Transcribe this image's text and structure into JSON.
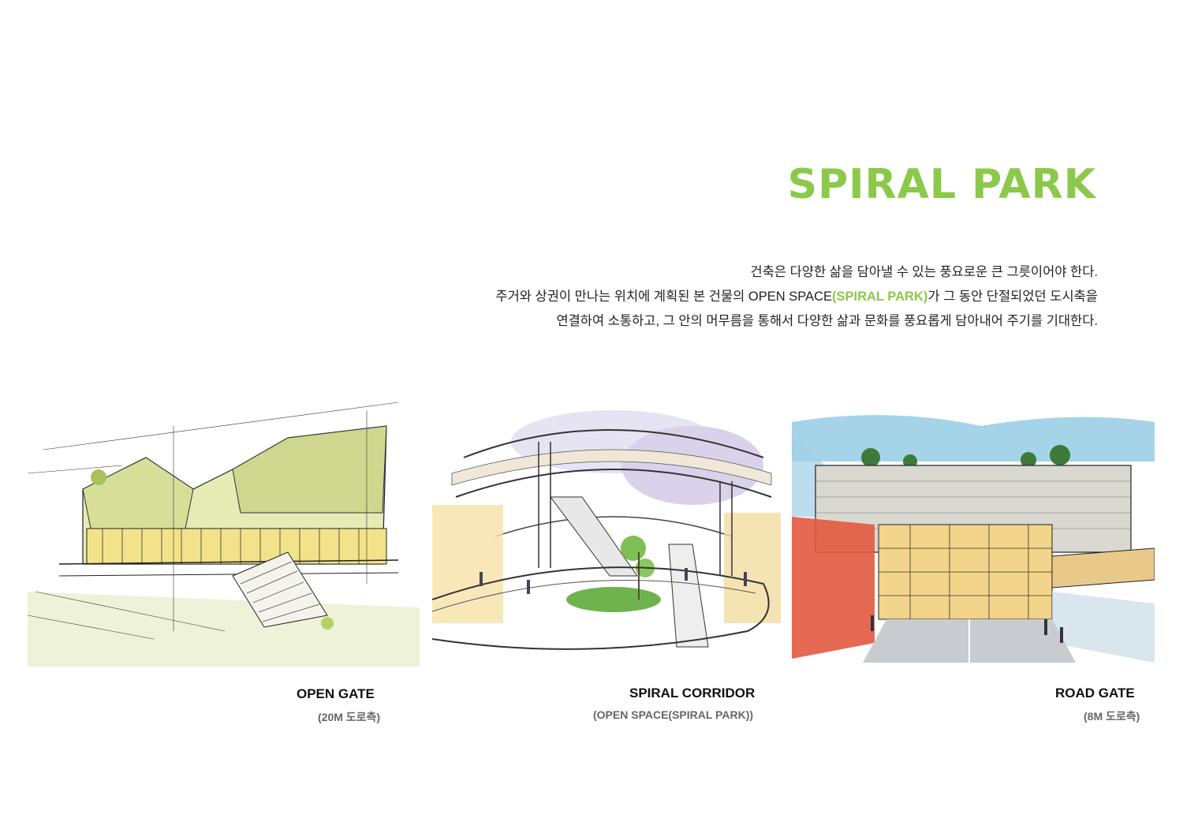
{
  "header": {
    "title": "SPIRAL PARK",
    "accent_color": "#8cc94b"
  },
  "description": {
    "line1": "건축은 다양한 삶을 담아낼 수 있는 풍요로운 큰 그릇이어야 한다.",
    "line2_before": "주거와 상권이 만나는 위치에 계획된 본 건물의 OPEN SPACE",
    "line2_highlight": "(SPIRAL PARK)",
    "line2_after": "가 그 동안 단절되었던 도시축을",
    "line3": "연결하여 소통하고, 그 안의 머무름을 통해서 다양한 삶과 문화를 풍요롭게 담아내어 주기를 기대한다."
  },
  "sketches": [
    {
      "caption": "OPEN GATE",
      "sub": "(20M 도로측)"
    },
    {
      "caption": "SPIRAL CORRIDOR",
      "sub": "(OPEN SPACE(SPIRAL PARK))"
    },
    {
      "caption": "ROAD GATE",
      "sub": "(8M 도로측)"
    }
  ]
}
